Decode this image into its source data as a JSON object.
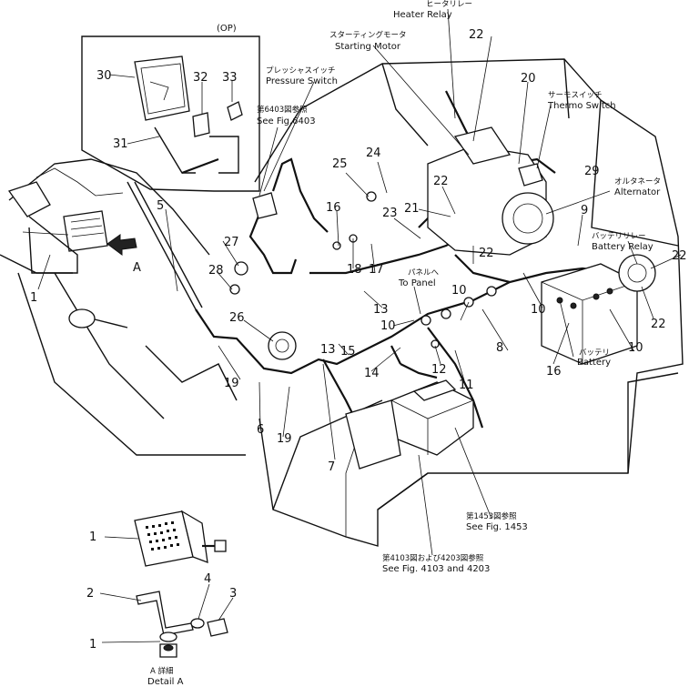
{
  "option_label": "(OP)",
  "labels": {
    "heater_relay_jp": "ヒータリレー",
    "heater_relay": "Heater Relay",
    "starting_motor_jp": "スターティングモータ",
    "starting_motor": "Starting Motor",
    "pressure_switch_jp": "プレッシャスイッチ",
    "pressure_switch": "Pressure Switch",
    "see_6403_jp": "第6403図参照",
    "see_6403": "See Fig.6403",
    "thermo_switch_jp": "サーモスイッチ",
    "thermo_switch": "Thermo Switch",
    "alternator_jp": "オルタネータ",
    "alternator": "Alternator",
    "battery_relay_jp": "バッテリリレー",
    "battery_relay": "Battery Relay",
    "to_panel_jp": "パネルへ",
    "to_panel": "To Panel",
    "battery_jp": "バッテリ",
    "battery": "Battery",
    "see_1453_jp": "第1453図参照",
    "see_1453": "See Fig. 1453",
    "see_4103_jp": "第4103図および4203図参照",
    "see_4103": "See Fig. 4103 and 4203",
    "detail_a_jp": "A 詳細",
    "detail_a": "Detail A",
    "view_a": "A"
  },
  "callouts": {
    "c1a": "1",
    "c1b": "1",
    "c1c": "1",
    "c2": "2",
    "c3": "3",
    "c4": "4",
    "c5": "5",
    "c6": "6",
    "c7": "7",
    "c8": "8",
    "c9": "9",
    "c10a": "10",
    "c10b": "10",
    "c10c": "10",
    "c10d": "10",
    "c11": "11",
    "c12": "12",
    "c13a": "13",
    "c13b": "13",
    "c14": "14",
    "c15": "15",
    "c16a": "16",
    "c16b": "16",
    "c17": "17",
    "c18": "18",
    "c19a": "19",
    "c19b": "19",
    "c20": "20",
    "c21": "21",
    "c22a": "22",
    "c22b": "22",
    "c22c": "22",
    "c22d": "22",
    "c22e": "22",
    "c23": "23",
    "c24": "24",
    "c25": "25",
    "c26": "26",
    "c27": "27",
    "c28": "28",
    "c29": "29",
    "c30": "30",
    "c31": "31",
    "c32": "32",
    "c33": "33"
  }
}
